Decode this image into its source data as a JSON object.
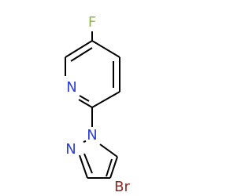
{
  "molecule": {
    "atoms": {
      "fluorine": "F",
      "pyridine_nitrogen": "N",
      "pyrazole_n1": "N",
      "pyrazole_n2": "N",
      "bromine": "Br"
    },
    "colors": {
      "bond": "#000000",
      "F": "#8fb84a",
      "N": "#2d3fd6",
      "Br": "#8b2a1e"
    }
  }
}
